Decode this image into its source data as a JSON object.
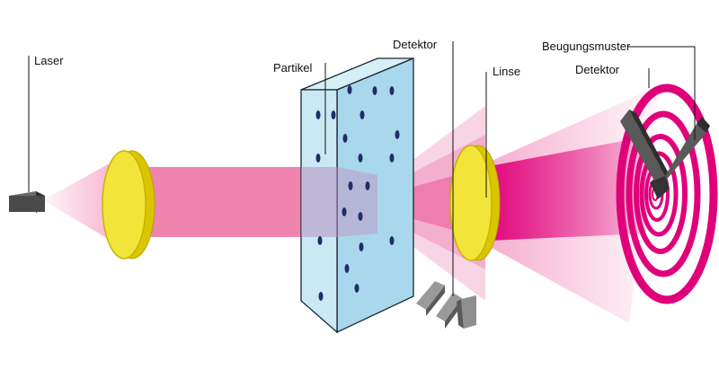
{
  "labels": {
    "laser": "Laser",
    "particles": "Partikel",
    "detector_scatter": "Detektor",
    "lens": "Linse",
    "diffraction_pattern": "Beugungsmuster",
    "detector_main": "Detektor"
  },
  "colors": {
    "beam": "#ec3f8a",
    "beam_light": "#f6b8d3",
    "pattern": "#e0007a",
    "lens_fill": "#f3e43a",
    "lens_edge": "#c9b300",
    "cell_fill": "#bfe3f3",
    "cell_edge": "#1c2430",
    "particle": "#1f2d6b",
    "laser_body": "#4a4a4a",
    "detector_gray": "#8f8f8f",
    "detector_dark": "#3c3c3c"
  }
}
